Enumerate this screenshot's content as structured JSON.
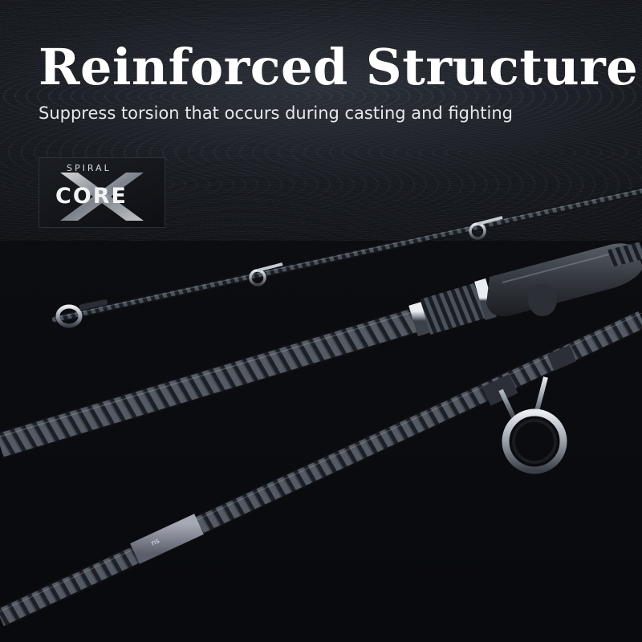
{
  "banner": {
    "headline": "Reinforced Structure",
    "subheadline": "Suppress torsion that occurs during casting and fighting"
  },
  "logo": {
    "top_text": "SPIRAL",
    "main_text": "CORE",
    "emblem": "X-cross-emblem"
  },
  "illustration": {
    "subject": "fishing-rod-sections",
    "items": [
      "rod-tip-section",
      "rod-butt-section-with-handle",
      "rod-middle-section-with-guide"
    ]
  },
  "colors": {
    "background": "#0a0c10",
    "text": "#ffffff",
    "rod_carbon": "#2b2f36",
    "rod_highlight": "#8a9099",
    "grip": "#3a3e46"
  }
}
